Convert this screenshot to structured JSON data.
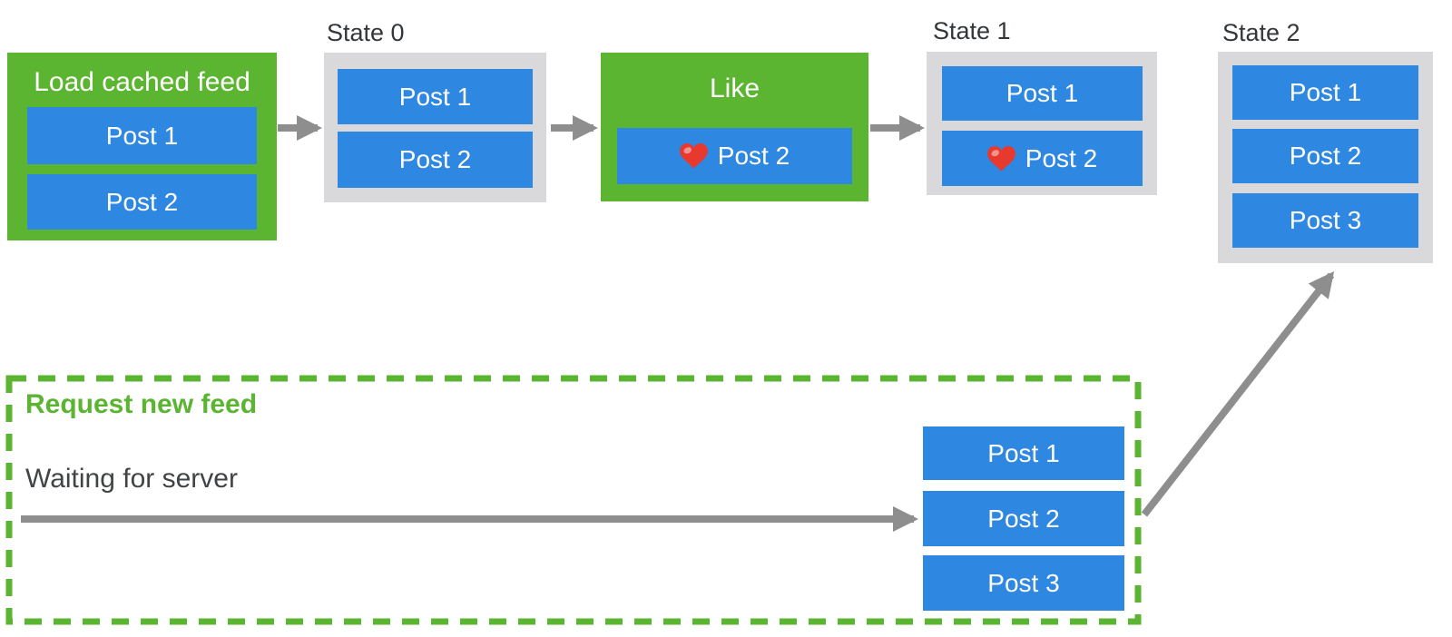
{
  "colors": {
    "green": "#5BB531",
    "blue": "#2E87E1",
    "container_gray": "#D9D9DB",
    "arrow_gray": "#8E8E8E",
    "heart_red": "#E8392E",
    "label_dark": "#33373A",
    "status_text": "#414345",
    "background": "#FFFFFF"
  },
  "flow": {
    "load_cached_feed": {
      "title": "Load cached feed",
      "posts": [
        "Post 1",
        "Post 2"
      ]
    },
    "state0": {
      "label": "State 0",
      "posts": [
        "Post 1",
        "Post 2"
      ]
    },
    "like": {
      "title": "Like",
      "post": "Post 2",
      "heart_icon": "heart-icon"
    },
    "state1": {
      "label": "State 1",
      "posts": [
        "Post 1",
        "Post 2"
      ],
      "liked_post": "Post 2"
    },
    "state2": {
      "label": "State 2",
      "posts": [
        "Post 1",
        "Post 2",
        "Post 3"
      ]
    },
    "request_new_feed": {
      "title": "Request new feed",
      "status": "Waiting for server",
      "posts": [
        "Post 1",
        "Post 2",
        "Post 3"
      ]
    }
  }
}
